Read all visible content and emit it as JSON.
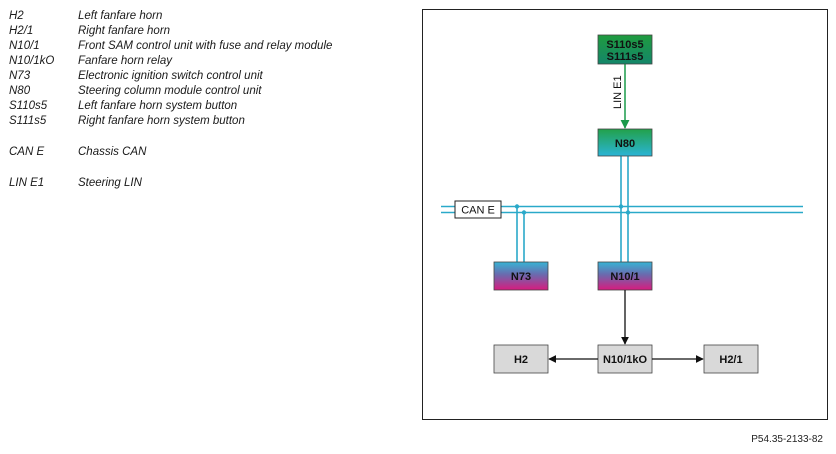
{
  "legend": [
    {
      "code": "H2",
      "desc": "Left fanfare horn"
    },
    {
      "code": "H2/1",
      "desc": "Right fanfare horn"
    },
    {
      "code": "N10/1",
      "desc": "Front SAM control unit with fuse and relay module"
    },
    {
      "code": "N10/1kO",
      "desc": "Fanfare horn relay"
    },
    {
      "code": "N73",
      "desc": "Electronic ignition switch control unit"
    },
    {
      "code": "N80",
      "desc": "Steering column module control unit"
    },
    {
      "code": "S110s5",
      "desc": "Left fanfare horn system button"
    },
    {
      "code": "S111s5",
      "desc": "Right fanfare horn system button"
    },
    {
      "code": "CAN E",
      "desc": "Chassis CAN"
    },
    {
      "code": "LIN E1",
      "desc": "Steering LIN"
    }
  ],
  "diagram": {
    "buttons_line1": "S110s5",
    "buttons_line2": "S111s5",
    "lin_label": "LIN E1",
    "can_label": "CAN E",
    "n80": "N80",
    "n73": "N73",
    "n10_1": "N10/1",
    "n10_1ko": "N10/1kO",
    "h2": "H2",
    "h2_1": "H2/1",
    "colors": {
      "bus": "#2aa9c9",
      "green": "#1a9a4a",
      "magenta": "#d81b7e",
      "gray": "#d9d9d9"
    }
  },
  "footer": "P54.35-2133-82"
}
